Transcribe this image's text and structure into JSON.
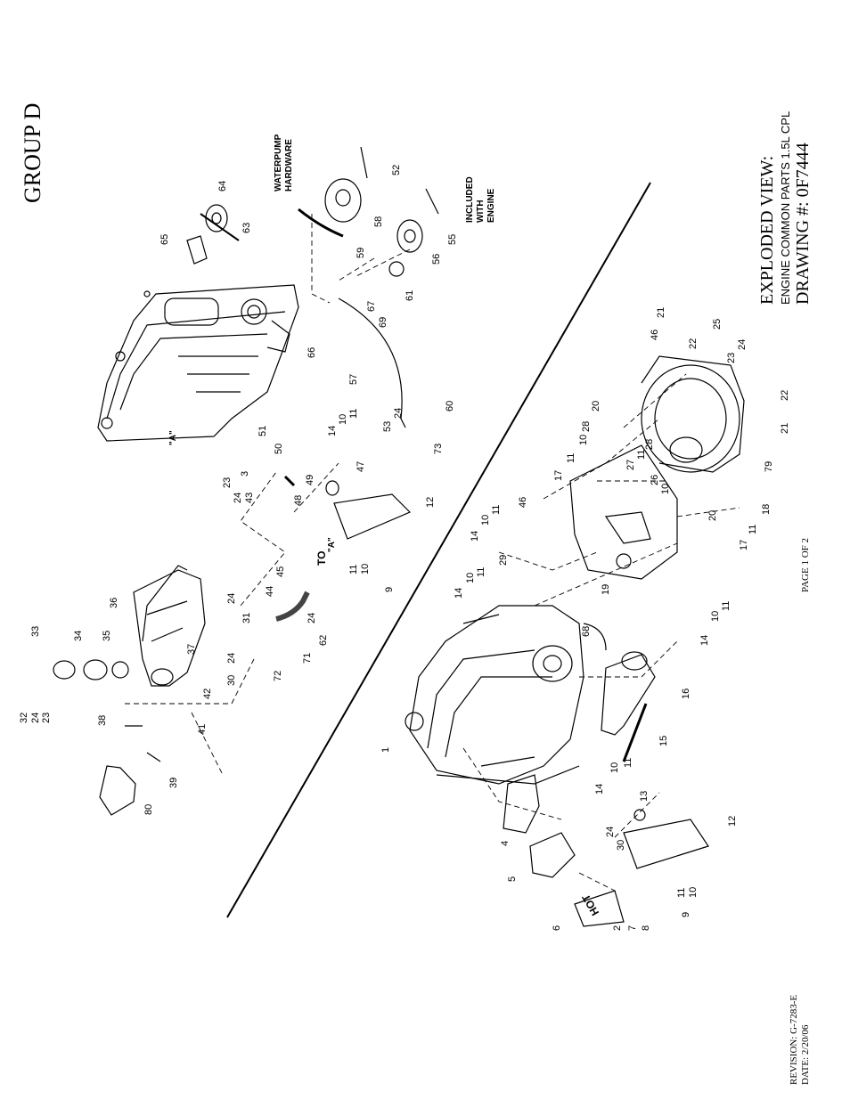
{
  "group_title": "GROUP D",
  "view_title": "EXPLODED VIEW:",
  "view_subtitle": "ENGINE COMMON PARTS 1.5L CPL",
  "drawing_number": "DRAWING #: 0F7444",
  "page": "PAGE 1 OF 2",
  "revision": "REVISION: G-7283-E",
  "date": "DATE:  2/20/06",
  "notes": {
    "waterpump_1": "WATERPUMP",
    "waterpump_2": "HARDWARE",
    "included_1": "INCLUDED",
    "included_2": "WITH",
    "included_3": "ENGINE",
    "to": "TO",
    "ref_a1": "\"A\"",
    "ref_a2": "\"A\"",
    "hot": "HOT"
  },
  "callouts": [
    {
      "id": "c32",
      "text": "32"
    },
    {
      "id": "c24a",
      "text": "24"
    },
    {
      "id": "c23a",
      "text": "23"
    },
    {
      "id": "c33",
      "text": "33"
    },
    {
      "id": "c34",
      "text": "34"
    },
    {
      "id": "c35",
      "text": "35"
    },
    {
      "id": "c38",
      "text": "38"
    },
    {
      "id": "c39",
      "text": "39"
    },
    {
      "id": "c80",
      "text": "80"
    },
    {
      "id": "c36",
      "text": "36"
    },
    {
      "id": "c37",
      "text": "37"
    },
    {
      "id": "c41",
      "text": "41"
    },
    {
      "id": "c42",
      "text": "42"
    },
    {
      "id": "c30a",
      "text": "30"
    },
    {
      "id": "c24b",
      "text": "24"
    },
    {
      "id": "c31",
      "text": "31"
    },
    {
      "id": "c24c",
      "text": "24"
    },
    {
      "id": "c44",
      "text": "44"
    },
    {
      "id": "c45",
      "text": "45"
    },
    {
      "id": "c71",
      "text": "71"
    },
    {
      "id": "c72",
      "text": "72"
    },
    {
      "id": "c62",
      "text": "62"
    },
    {
      "id": "c24d",
      "text": "24"
    },
    {
      "id": "c9a",
      "text": "9"
    },
    {
      "id": "c10a",
      "text": "10"
    },
    {
      "id": "c11a",
      "text": "11"
    },
    {
      "id": "c12a",
      "text": "12"
    },
    {
      "id": "c47",
      "text": "47"
    },
    {
      "id": "c48",
      "text": "48"
    },
    {
      "id": "c49",
      "text": "49"
    },
    {
      "id": "c50",
      "text": "50"
    },
    {
      "id": "c3",
      "text": "3"
    },
    {
      "id": "c23b",
      "text": "23"
    },
    {
      "id": "c24e",
      "text": "24"
    },
    {
      "id": "c43",
      "text": "43"
    },
    {
      "id": "c51",
      "text": "51"
    },
    {
      "id": "c14a",
      "text": "14"
    },
    {
      "id": "c10b",
      "text": "10"
    },
    {
      "id": "c11b",
      "text": "11"
    },
    {
      "id": "c53",
      "text": "53"
    },
    {
      "id": "c24f",
      "text": "24"
    },
    {
      "id": "c73",
      "text": "73"
    },
    {
      "id": "c60",
      "text": "60"
    },
    {
      "id": "c57",
      "text": "57"
    },
    {
      "id": "c66",
      "text": "66"
    },
    {
      "id": "c67",
      "text": "67"
    },
    {
      "id": "c69",
      "text": "69"
    },
    {
      "id": "c61",
      "text": "61"
    },
    {
      "id": "c56",
      "text": "56"
    },
    {
      "id": "c55",
      "text": "55"
    },
    {
      "id": "c59",
      "text": "59"
    },
    {
      "id": "c58",
      "text": "58"
    },
    {
      "id": "c52",
      "text": "52"
    },
    {
      "id": "c65",
      "text": "65"
    },
    {
      "id": "c63",
      "text": "63"
    },
    {
      "id": "c64",
      "text": "64"
    },
    {
      "id": "c1",
      "text": "1"
    },
    {
      "id": "c4",
      "text": "4"
    },
    {
      "id": "c5",
      "text": "5"
    },
    {
      "id": "c6",
      "text": "6"
    },
    {
      "id": "c2",
      "text": "2"
    },
    {
      "id": "c7",
      "text": "7"
    },
    {
      "id": "c8",
      "text": "8"
    },
    {
      "id": "c30b",
      "text": "30"
    },
    {
      "id": "c24g",
      "text": "24"
    },
    {
      "id": "c9b",
      "text": "9"
    },
    {
      "id": "c10c",
      "text": "10"
    },
    {
      "id": "c11c",
      "text": "11"
    },
    {
      "id": "c12b",
      "text": "12"
    },
    {
      "id": "c13",
      "text": "13"
    },
    {
      "id": "c14b",
      "text": "14"
    },
    {
      "id": "c10d",
      "text": "10"
    },
    {
      "id": "c11d",
      "text": "11"
    },
    {
      "id": "c15",
      "text": "15"
    },
    {
      "id": "c16",
      "text": "16"
    },
    {
      "id": "c68",
      "text": "68"
    },
    {
      "id": "c14c",
      "text": "14"
    },
    {
      "id": "c10e",
      "text": "10"
    },
    {
      "id": "c11e",
      "text": "11"
    },
    {
      "id": "c29",
      "text": "29"
    },
    {
      "id": "c14d",
      "text": "14"
    },
    {
      "id": "c10f",
      "text": "10"
    },
    {
      "id": "c11f",
      "text": "11"
    },
    {
      "id": "c46a",
      "text": "46"
    },
    {
      "id": "c19",
      "text": "19"
    },
    {
      "id": "c14e",
      "text": "14"
    },
    {
      "id": "c10g",
      "text": "10"
    },
    {
      "id": "c11g",
      "text": "11"
    },
    {
      "id": "c17a",
      "text": "17"
    },
    {
      "id": "c11h",
      "text": "11"
    },
    {
      "id": "c10h",
      "text": "10"
    },
    {
      "id": "c28a",
      "text": "28"
    },
    {
      "id": "c20a",
      "text": "20"
    },
    {
      "id": "c27",
      "text": "27"
    },
    {
      "id": "c11i",
      "text": "11"
    },
    {
      "id": "c28b",
      "text": "28"
    },
    {
      "id": "c26",
      "text": "26"
    },
    {
      "id": "c10i",
      "text": "10"
    },
    {
      "id": "c20b",
      "text": "20"
    },
    {
      "id": "c17b",
      "text": "17"
    },
    {
      "id": "c11j",
      "text": "11"
    },
    {
      "id": "c18",
      "text": "18"
    },
    {
      "id": "c79",
      "text": "79"
    },
    {
      "id": "c21a",
      "text": "21"
    },
    {
      "id": "c22a",
      "text": "22"
    },
    {
      "id": "c23c",
      "text": "23"
    },
    {
      "id": "c24h",
      "text": "24"
    },
    {
      "id": "c25",
      "text": "25"
    },
    {
      "id": "c22b",
      "text": "22"
    },
    {
      "id": "c46b",
      "text": "46"
    },
    {
      "id": "c21b",
      "text": "21"
    }
  ]
}
